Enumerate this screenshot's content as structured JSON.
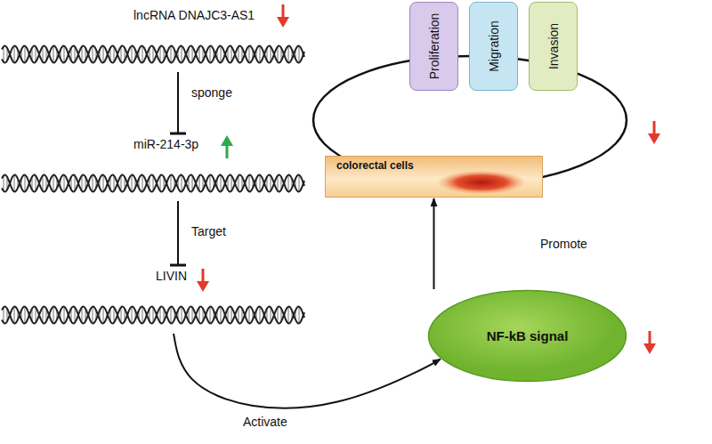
{
  "diagram": {
    "nodes": [
      {
        "text": [
          "lncRNA DNAJC3-AS1"
        ]
      },
      {
        "text": [
          "miR-214-3p"
        ]
      },
      {
        "text": [
          "LIVIN"
        ]
      },
      {
        "text": [
          "Proliferation"
        ]
      },
      {
        "text": [
          "Migration"
        ]
      },
      {
        "text": [
          "Invasion"
        ]
      },
      {
        "text": [
          "colorectal cells"
        ]
      },
      {
        "text": [
          "NF-kB signal"
        ]
      }
    ],
    "edges": [
      {
        "from": 0,
        "to": 1,
        "label": "sponge",
        "arrow": "to"
      },
      {
        "from": 1,
        "to": 2,
        "label": "Target",
        "arrow": "to"
      },
      {
        "from": 2,
        "to": 7,
        "label": "Activate",
        "arrow": "to"
      },
      {
        "from": 7,
        "to": 6,
        "label": "Promote",
        "arrow": "to"
      }
    ]
  }
}
